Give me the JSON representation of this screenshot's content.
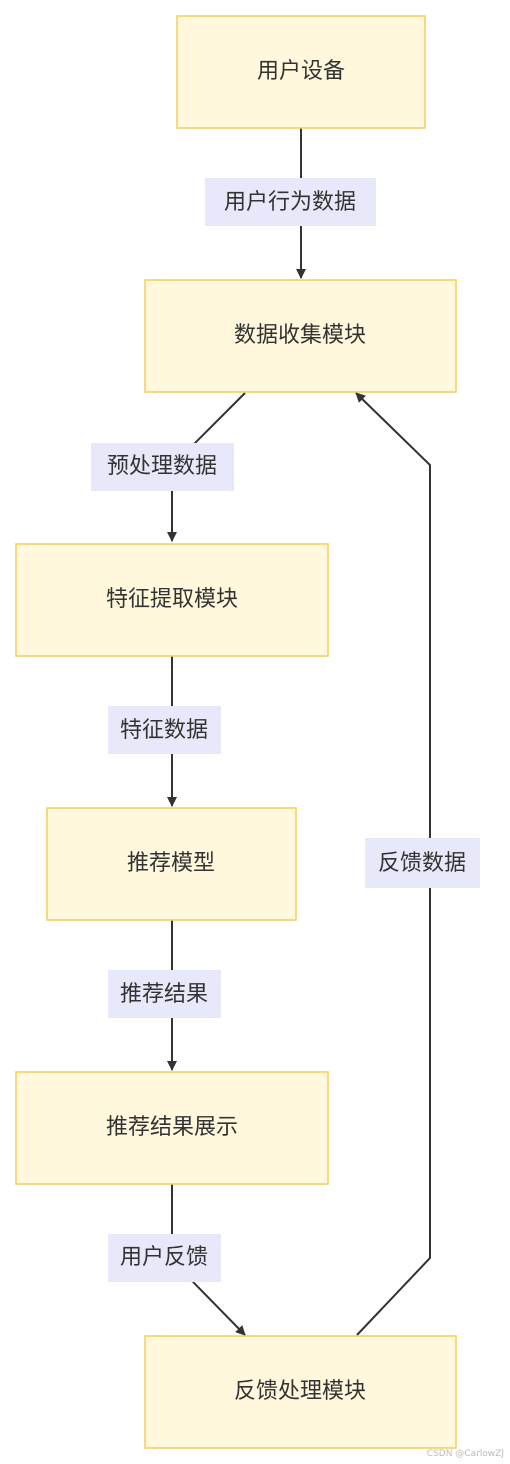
{
  "nodes": {
    "user_device": "用户设备",
    "data_collection": "数据收集模块",
    "feature_extraction": "特征提取模块",
    "recommend_model": "推荐模型",
    "result_display": "推荐结果展示",
    "feedback_processing": "反馈处理模块"
  },
  "edges": {
    "user_behavior_data": "用户行为数据",
    "preprocessed_data": "预处理数据",
    "feature_data": "特征数据",
    "recommend_result": "推荐结果",
    "user_feedback": "用户反馈",
    "feedback_data": "反馈数据"
  },
  "watermark": "CSDN @CarlowZJ",
  "colors": {
    "node_fill": "#fff8dc",
    "node_border": "#f2cf5b",
    "edge_label_bg": "#e8e8fb",
    "edge_stroke": "#333333"
  }
}
